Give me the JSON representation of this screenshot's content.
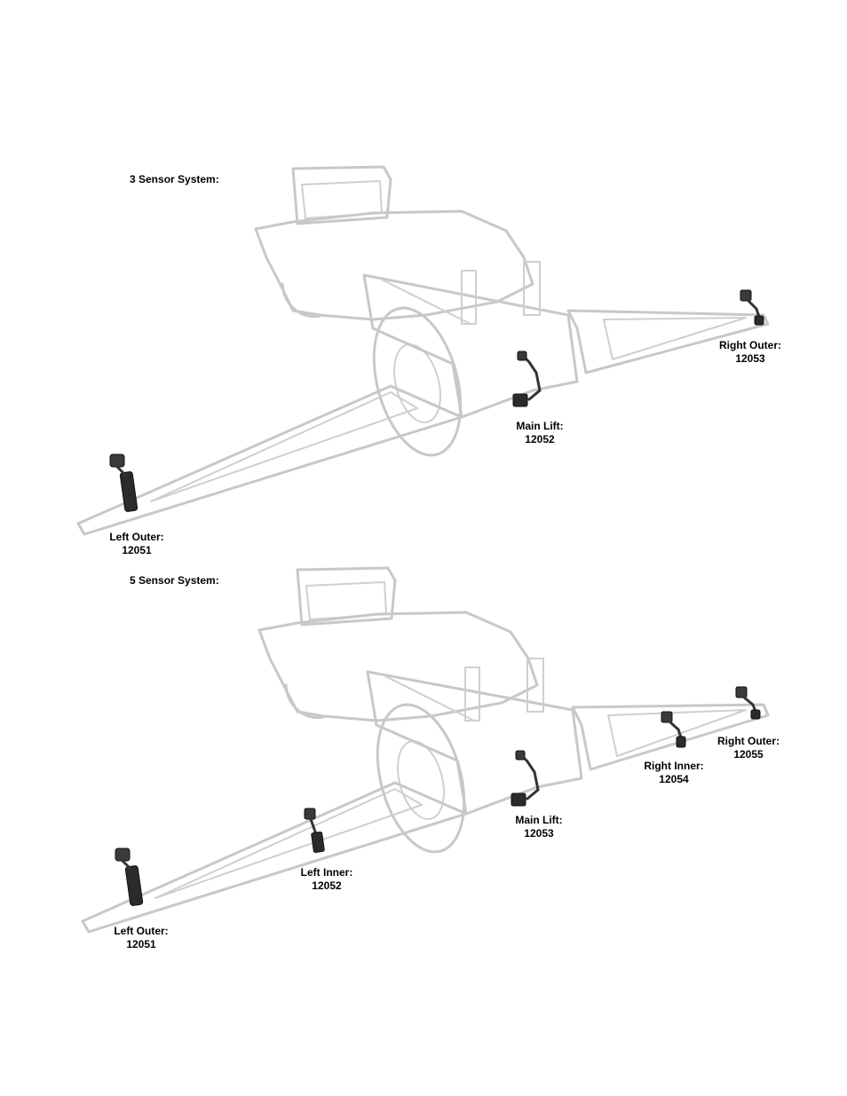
{
  "diagrams": [
    {
      "title": "3 Sensor System:",
      "sensors": [
        {
          "label": "Left Outer:",
          "part": "12051"
        },
        {
          "label": "Main Lift:",
          "part": "12052"
        },
        {
          "label": "Right Outer:",
          "part": "12053"
        }
      ]
    },
    {
      "title": "5 Sensor System:",
      "sensors": [
        {
          "label": "Left Outer:",
          "part": "12051"
        },
        {
          "label": "Left Inner:",
          "part": "12052"
        },
        {
          "label": "Main Lift:",
          "part": "12053"
        },
        {
          "label": "Right Inner:",
          "part": "12054"
        },
        {
          "label": "Right Outer:",
          "part": "12055"
        }
      ]
    }
  ]
}
